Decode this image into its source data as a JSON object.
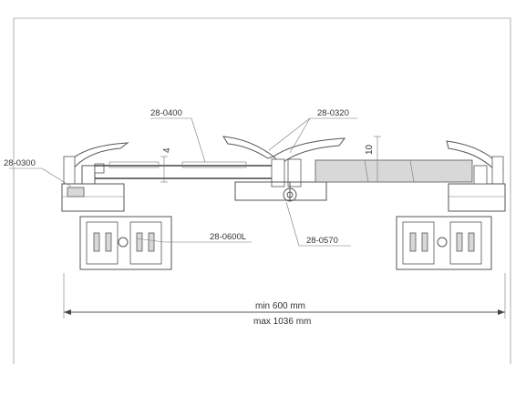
{
  "labels": {
    "part_0400": "28-0400",
    "part_0320": "28-0320",
    "part_0300": "28-0300",
    "part_0600L": "28-0600L",
    "part_0570": "28-0570",
    "dim_4": "4",
    "dim_10": "10",
    "dim_min": "min 600 mm",
    "dim_max": "max 1036 mm"
  }
}
